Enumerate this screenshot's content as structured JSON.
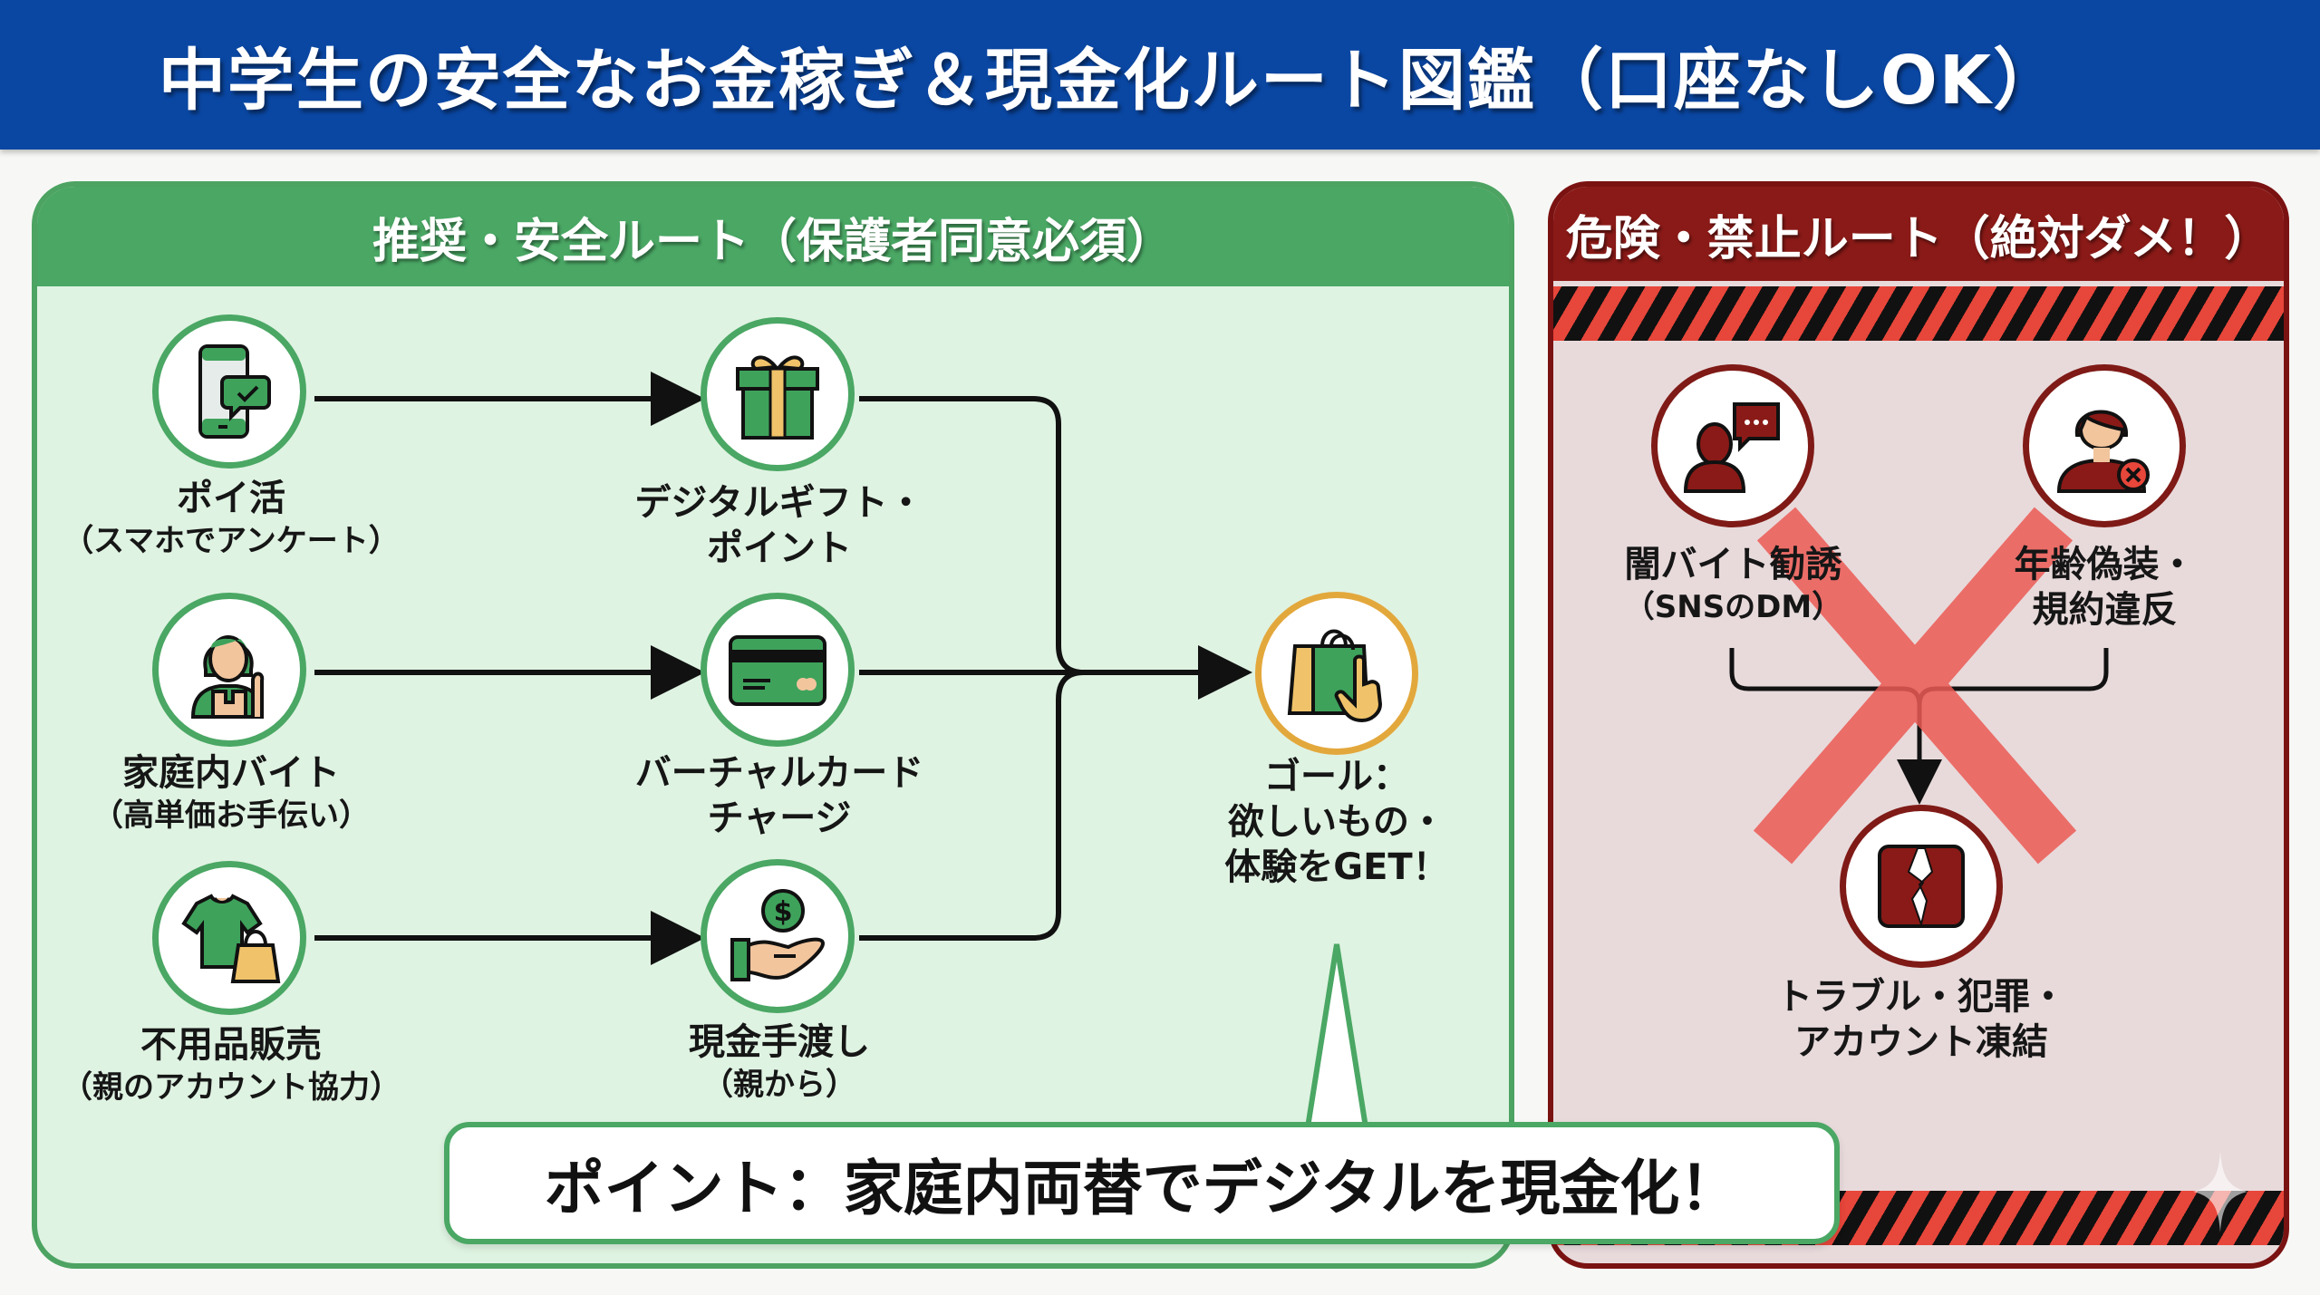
{
  "title": "中学生の安全なお金稼ぎ＆現金化ルート図鑑（口座なしOK）",
  "colors": {
    "header_bg": "#0a47a3",
    "safe_green": "#4aa764",
    "safe_bg": "#dff3e2",
    "danger_red": "#8a1a17",
    "danger_bg": "#e8dadb",
    "goal_gold": "#e3a83c",
    "cross_red": "#ec5a55"
  },
  "safe_route": {
    "header": "推奨・安全ルート（保護者同意必須）",
    "sources": [
      {
        "icon": "smartphone-check-icon",
        "title": "ポイ活",
        "subtitle": "（スマホでアンケート）"
      },
      {
        "icon": "apron-person-icon",
        "title": "家庭内バイト",
        "subtitle": "（高単価お手伝い）"
      },
      {
        "icon": "tshirt-bag-icon",
        "title": "不用品販売",
        "subtitle": "（親のアカウント協力）"
      }
    ],
    "conversions": [
      {
        "icon": "gift-box-icon",
        "title": "デジタルギフト・",
        "subtitle": "ポイント"
      },
      {
        "icon": "credit-card-icon",
        "title": "バーチャルカード",
        "subtitle": "チャージ"
      },
      {
        "icon": "hand-coin-icon",
        "title": "現金手渡し",
        "subtitle": "（親から）"
      }
    ],
    "goal": {
      "icon": "shopping-bag-hand-icon",
      "lines": [
        "ゴール：",
        "欲しいもの・",
        "体験をGET！"
      ]
    },
    "callout": "ポイント：家庭内両替でデジタルを現金化！"
  },
  "danger_route": {
    "header": "危険・禁止ルート（絶対ダメ！）",
    "sources": [
      {
        "icon": "person-chat-icon",
        "title": "闇バイト勧誘",
        "subtitle": "（SNSのDM）"
      },
      {
        "icon": "person-x-icon",
        "title": "年齢偽装・",
        "subtitle": "規約違反"
      }
    ],
    "result": {
      "icon": "broken-card-icon",
      "title": "トラブル・犯罪・",
      "subtitle": "アカウント凍結"
    }
  }
}
